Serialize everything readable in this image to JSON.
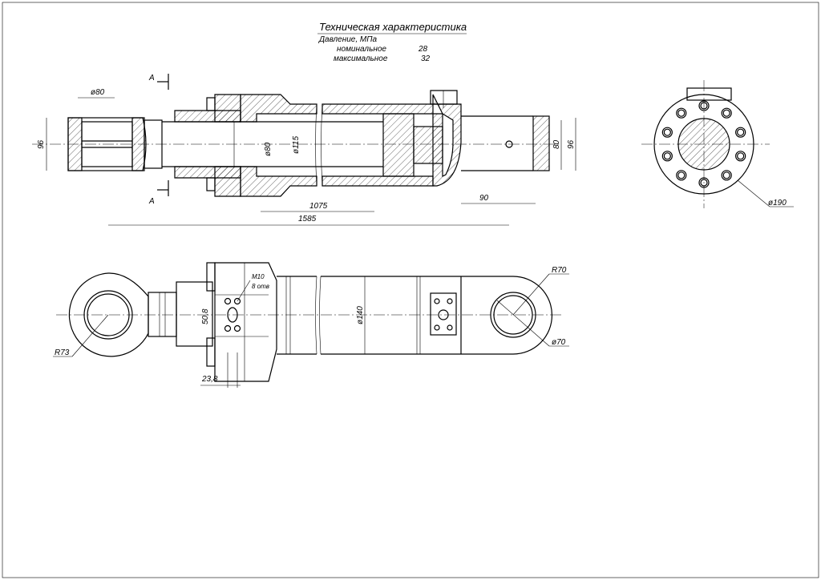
{
  "spec": {
    "title": "Техническая характеристика",
    "pressure_label": "Давление, МПа",
    "nominal_label": "номинальное",
    "nominal_value": "28",
    "max_label": "максимальное",
    "max_value": "32"
  },
  "section": {
    "label_top": "А",
    "label_bottom": "А"
  },
  "dims": {
    "eye_dia": "ø80",
    "eye_height": "96",
    "rod_dia": "ø80",
    "bore_dia": "ø115",
    "stroke": "1075",
    "length": "1585",
    "end_offset": "90",
    "end_height_inner": "80",
    "end_height_outer": "96",
    "flange_dia": "ø190",
    "thread": "М10",
    "thread_count": "8 отв",
    "port_spacing": "50,8",
    "port_offset": "23,8",
    "tube_dia": "ø140",
    "rod_eye_radius": "R73",
    "end_eye_radius": "R70",
    "end_eye_dia": "ø70"
  }
}
